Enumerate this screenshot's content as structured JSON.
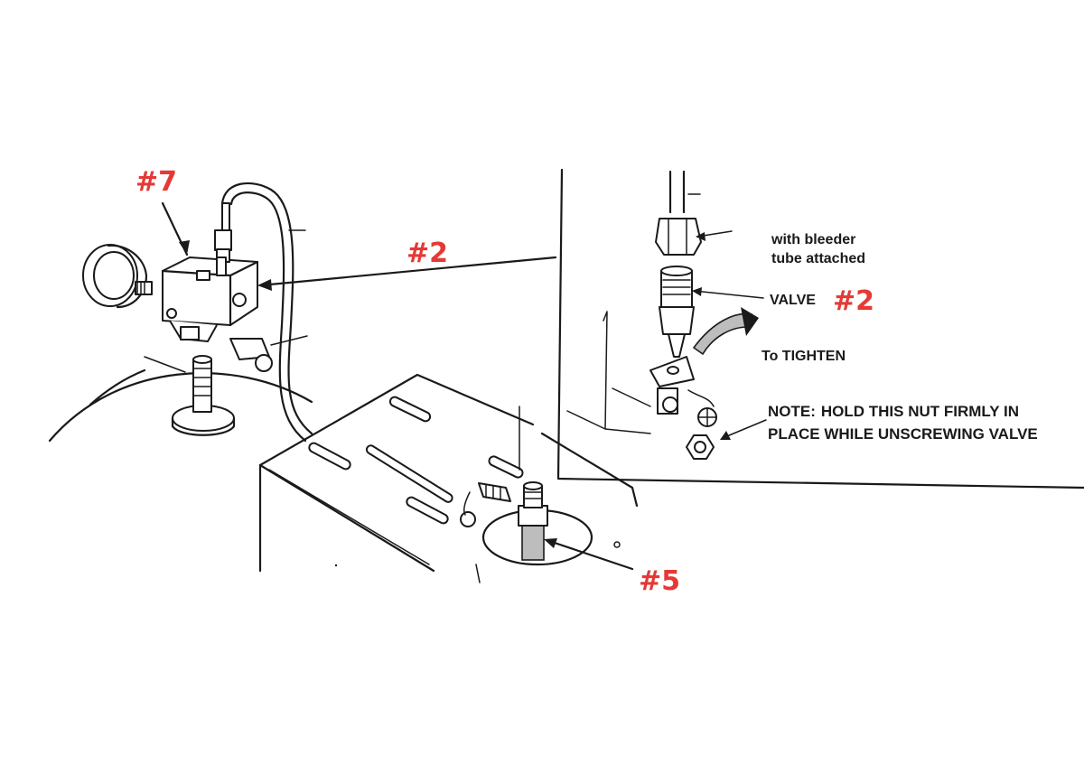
{
  "callouts": {
    "part7": "#7",
    "part2_main": "#2",
    "part2_inset": "#2",
    "part5": "#5"
  },
  "inset_labels": {
    "bleeder_line1": "with bleeder",
    "bleeder_line2": "tube attached",
    "valve": "VALVE",
    "tighten": "To TIGHTEN",
    "note_prefix": "NOTE:",
    "note_line1": "HOLD THIS NUT FIRMLY IN",
    "note_line2": "PLACE WHILE UNSCREWING VALVE"
  },
  "colors": {
    "callout": "#e53935",
    "ink": "#1a1a1a"
  }
}
